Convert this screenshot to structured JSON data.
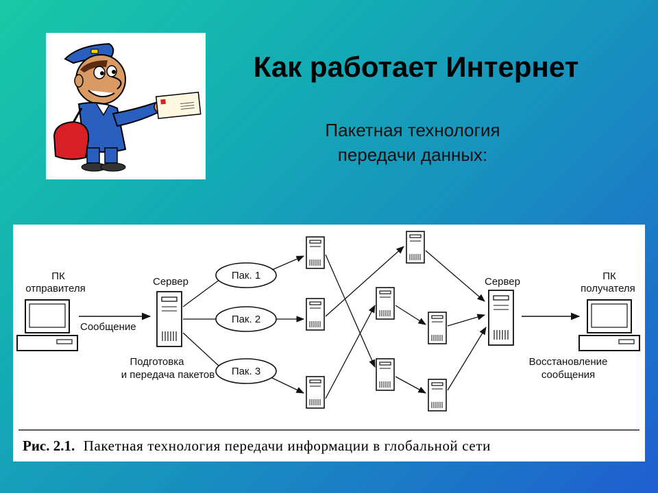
{
  "title": "Как работает Интернет",
  "subtitle_line1": "Пакетная технология",
  "subtitle_line2": "передачи данных:",
  "diagram": {
    "sender_pc_line1": "ПК",
    "sender_pc_line2": "отправителя",
    "receiver_pc_line1": "ПК",
    "receiver_pc_line2": "получателя",
    "server_left": "Сервер",
    "server_right": "Сервер",
    "message": "Сообщение",
    "prep_line1": "Подготовка",
    "prep_line2": "и передача пакетов",
    "restore_line1": "Восстановление",
    "restore_line2": "сообщения",
    "packet1": "Пак. 1",
    "packet2": "Пак. 2",
    "packet3": "Пак. 3",
    "caption_label": "Рис. 2.1.",
    "caption_text": "Пакетная технология передачи информации в  глобальной сети"
  },
  "colors": {
    "background_start": "#18c9a6",
    "background_end": "#1f5fd0",
    "mailman_uniform": "#2a5fbf",
    "mailman_bag": "#d81f26"
  }
}
